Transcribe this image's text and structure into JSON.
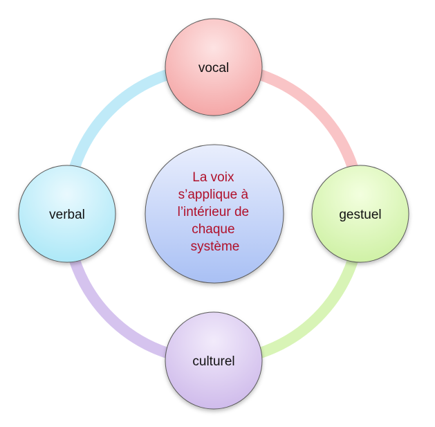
{
  "diagram": {
    "center": {
      "lines": [
        "La voix",
        "s’applique à",
        "l’intérieur de",
        "chaque",
        "système"
      ],
      "text_color": "#b0102a"
    },
    "nodes": {
      "top": {
        "label": "vocal",
        "color_light": "#fde3e3",
        "color_dark": "#f4a3a3"
      },
      "right": {
        "label": "gestuel",
        "color_light": "#f3ffdf",
        "color_dark": "#cdf0a2"
      },
      "bottom": {
        "label": "culturel",
        "color_light": "#f2ebfb",
        "color_dark": "#cdb8ea"
      },
      "left": {
        "label": "verbal",
        "color_light": "#e9f9fe",
        "color_dark": "#a9e7f7"
      }
    },
    "ring_colors": {
      "top_right": "#f9c4c6",
      "right_bottom": "#d8f4b6",
      "bottom_left": "#d5c3ee",
      "left_top": "#bfeaf8"
    },
    "center_colors": {
      "light": "#e9eefd",
      "dark": "#a9c0f4"
    }
  }
}
